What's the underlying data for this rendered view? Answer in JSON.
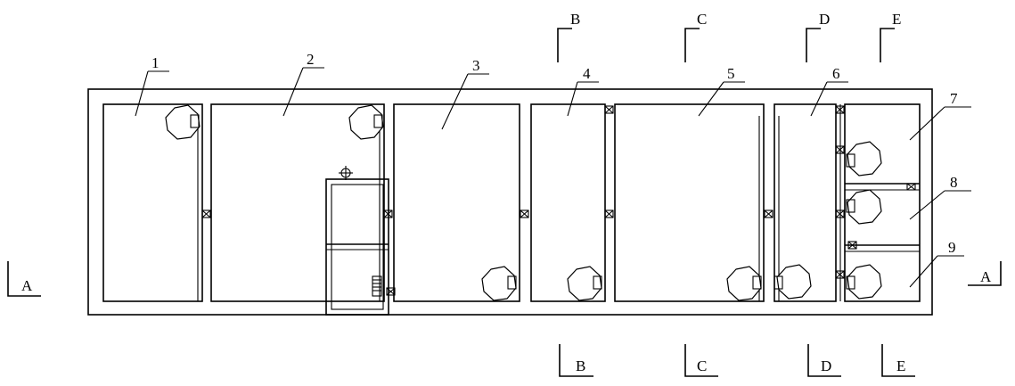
{
  "rooms": [
    {
      "id": "r1",
      "label": "1"
    },
    {
      "id": "r2",
      "label": "2"
    },
    {
      "id": "r3",
      "label": "3"
    },
    {
      "id": "r4",
      "label": "4"
    },
    {
      "id": "r5",
      "label": "5"
    },
    {
      "id": "r6",
      "label": "6"
    },
    {
      "id": "r7",
      "label": "7"
    },
    {
      "id": "r8",
      "label": "8"
    },
    {
      "id": "r9",
      "label": "9"
    }
  ],
  "sections": [
    {
      "id": "A",
      "top_label": "A",
      "bottom_label": "A"
    },
    {
      "id": "B",
      "top_label": "B",
      "bottom_label": "B"
    },
    {
      "id": "C",
      "top_label": "C",
      "bottom_label": "C"
    },
    {
      "id": "D",
      "top_label": "D",
      "bottom_label": "D"
    },
    {
      "id": "E",
      "top_label": "E",
      "bottom_label": "E"
    }
  ],
  "icons": {
    "pump": "pump-icon",
    "valve": "valve-icon",
    "fan": "fan-icon",
    "grille": "grille-icon"
  }
}
